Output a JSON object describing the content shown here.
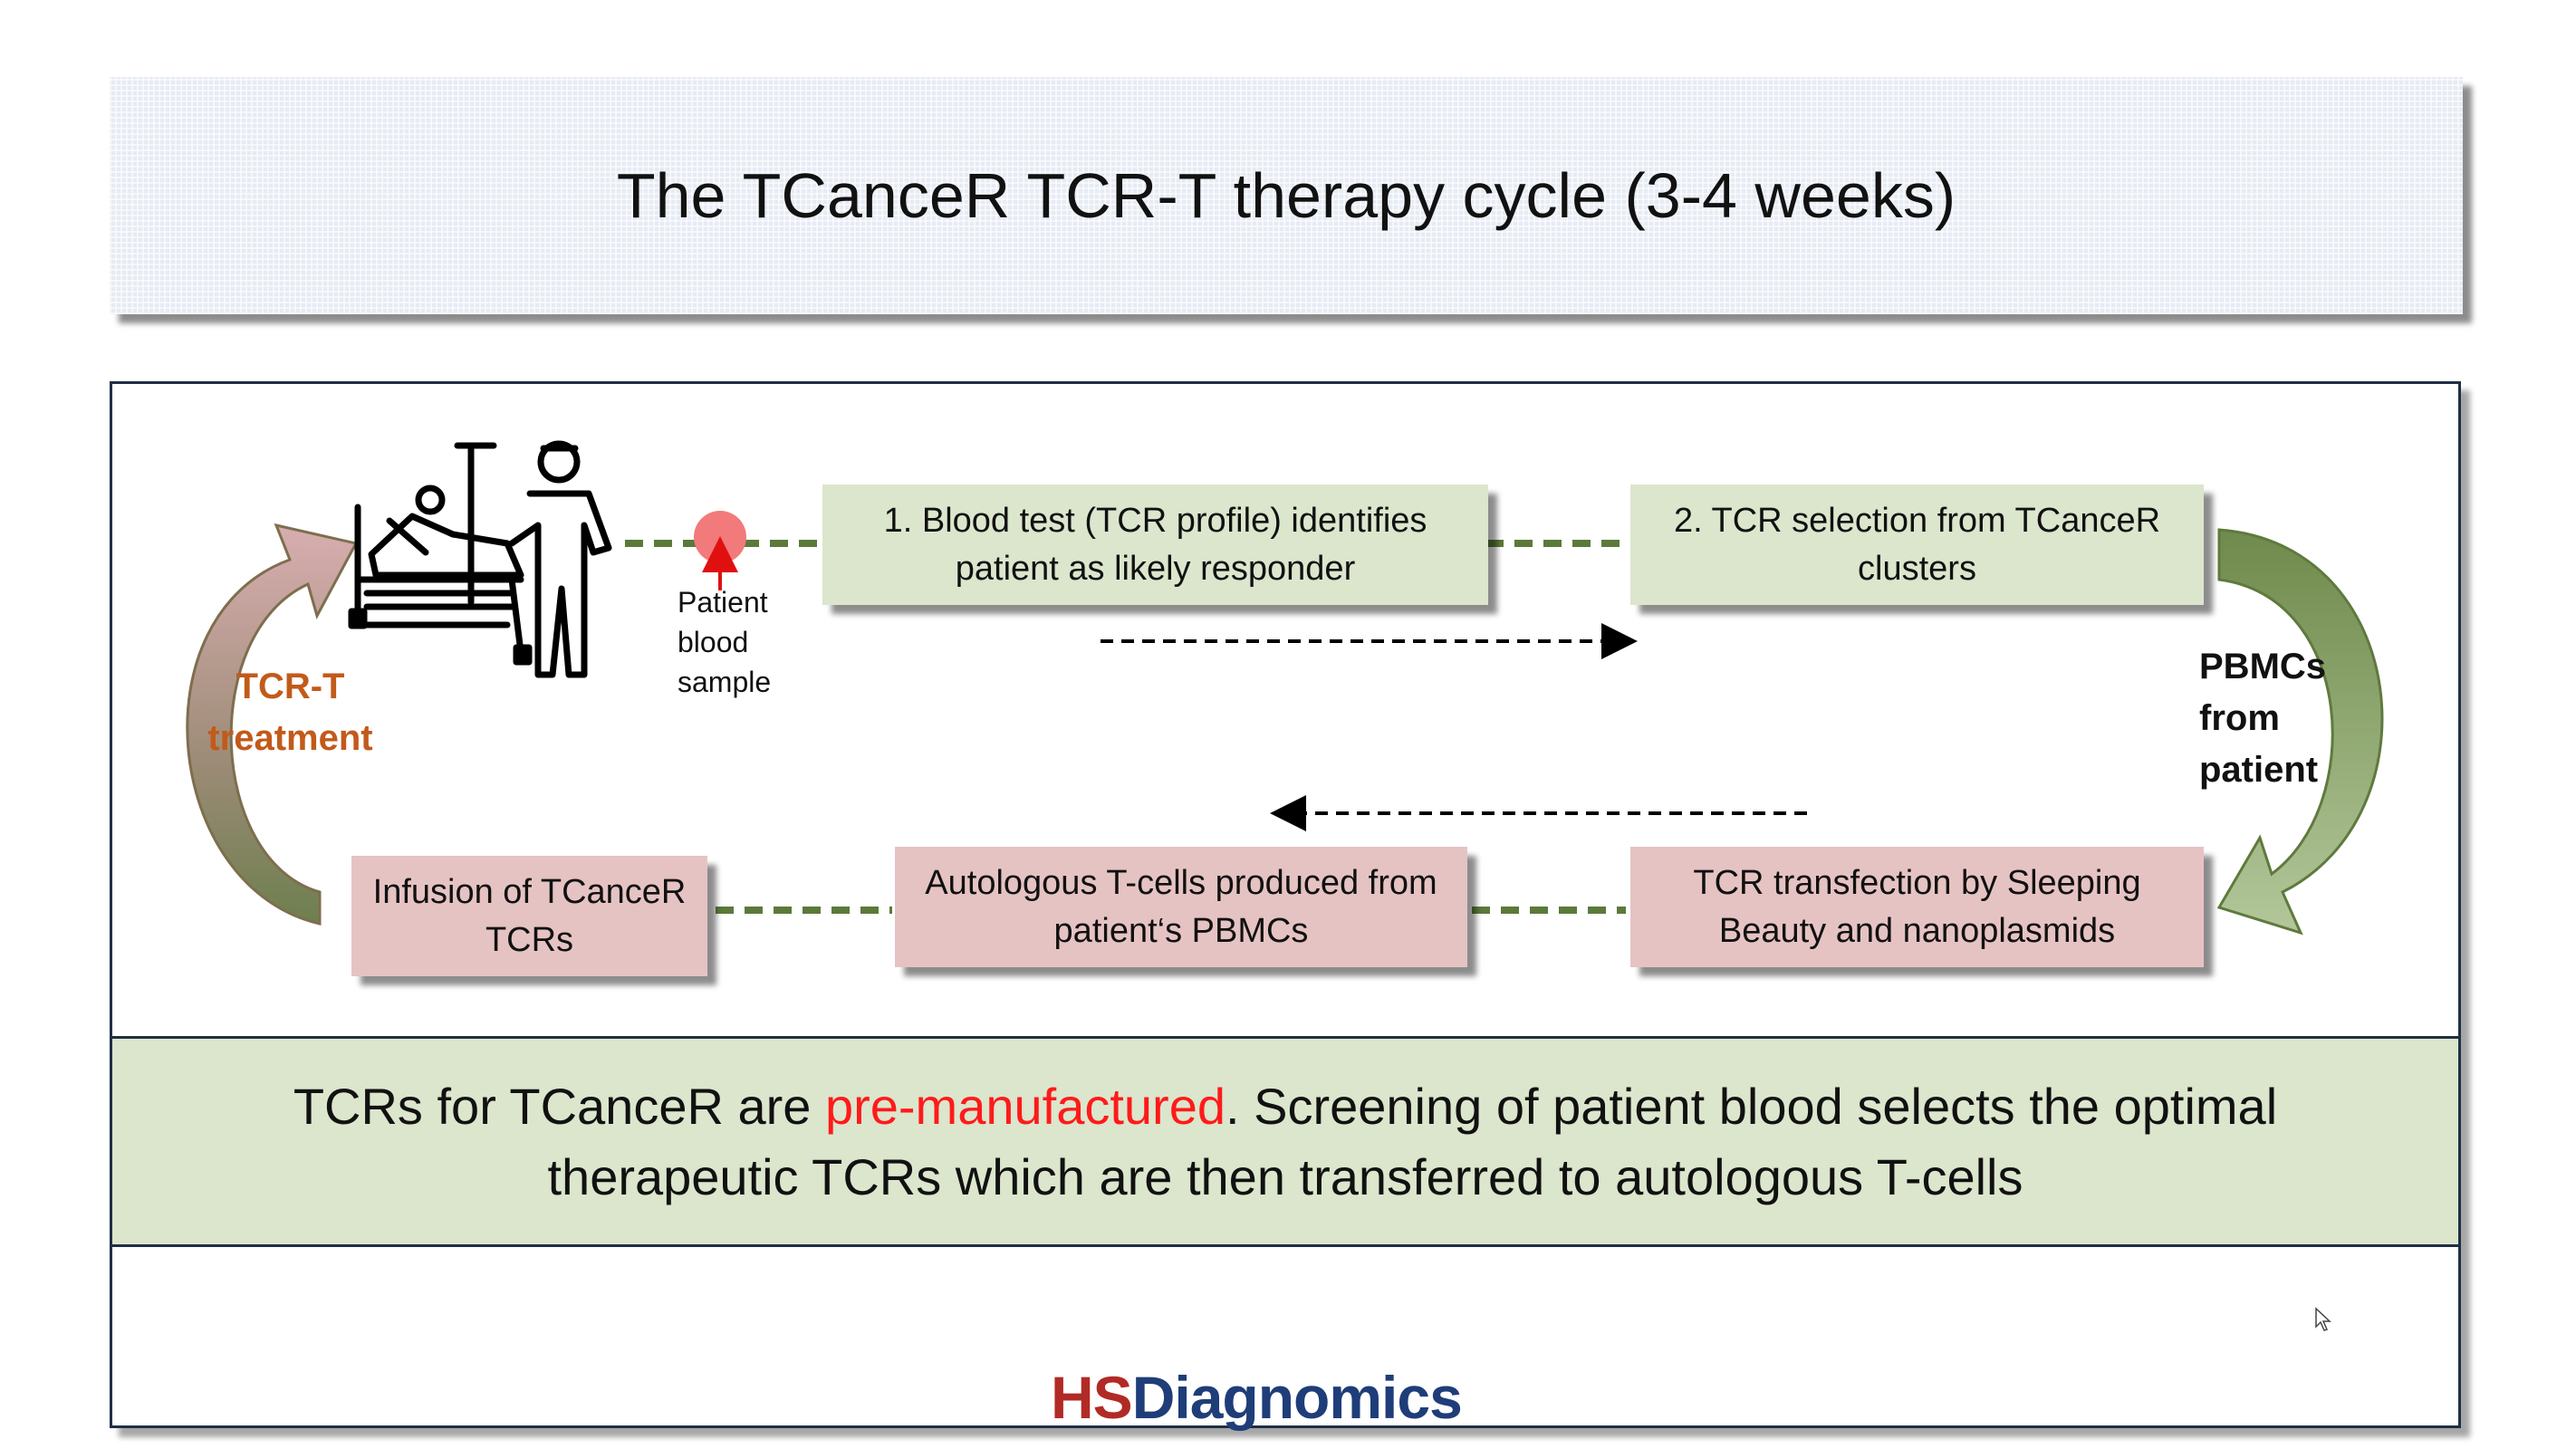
{
  "title": "The TCanceR TCR-T therapy cycle (3-4 weeks)",
  "steps": {
    "blood_test": "1. Blood test (TCR profile) identifies patient as likely responder",
    "tcr_selection": "2. TCR selection from TCanceR clusters",
    "transfection": "TCR transfection by Sleeping Beauty and nanoplasmids",
    "autologous": "Autologous T-cells produced from patient‘s PBMCs",
    "infusion": "Infusion of TCanceR TCRs"
  },
  "labels": {
    "sample_line1": "Patient",
    "sample_line2": "blood",
    "sample_line3": "sample",
    "pbmcs_line1": "PBMCs",
    "pbmcs_line2": "from",
    "pbmcs_line3": "patient",
    "treatment_line1": "TCR-T",
    "treatment_line2": "treatment"
  },
  "summary": {
    "part1": "TCRs for TCanceR are ",
    "highlight": "pre-manufactured",
    "part2": ". Screening of patient blood selects the optimal",
    "line2": "therapeutic TCRs which are then transferred to autologous T-cells"
  },
  "logo": {
    "hs": "HS",
    "rest": "Diagnomics"
  },
  "icons": [
    "patient-bed-doctor-icon",
    "blood-drop-icon",
    "mouse-cursor-icon"
  ],
  "colors": {
    "green_box": "#dbe6cd",
    "pink_box": "#e6c3c3",
    "accent_orange": "#c25a1a",
    "highlight_red": "#ff1a1a",
    "dash_green": "#5b7a3a",
    "arrow_green": "#8fa86a",
    "arrow_pink": "#c99a9a",
    "logo_red": "#b22a26",
    "logo_blue": "#1f3d78"
  }
}
